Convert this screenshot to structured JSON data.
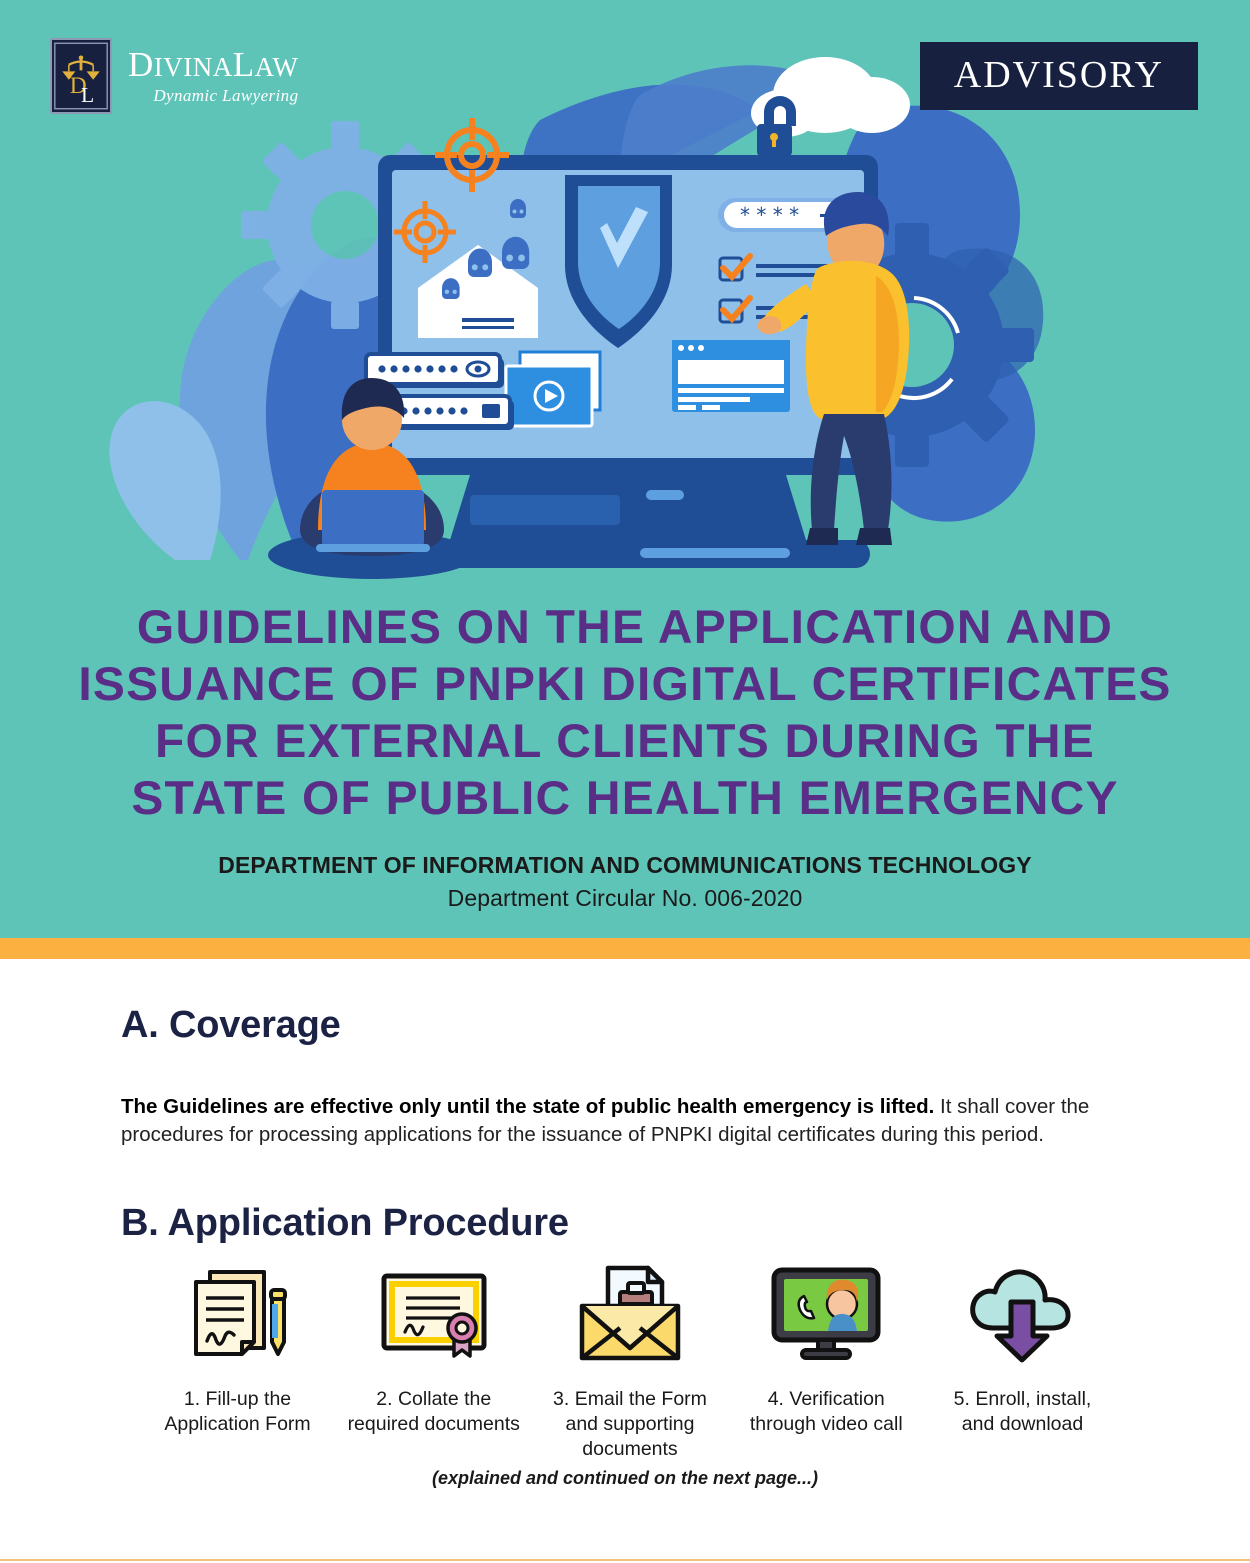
{
  "brand": {
    "logo_icon": "scales-of-justice-logo",
    "name_part1": "D",
    "name_part2": "IVINA",
    "name_part3": "L",
    "name_part4": "AW",
    "tagline": "Dynamic Lawyering"
  },
  "badge": {
    "label": "ADVISORY"
  },
  "hero": {
    "illustration_name": "cybersecurity-laptop-illustration",
    "title_lines": [
      "GUIDELINES ON THE APPLICATION AND",
      "ISSUANCE OF PNPKI DIGITAL CERTIFICATES",
      "FOR EXTERNAL CLIENTS DURING THE",
      "STATE OF PUBLIC HEALTH EMERGENCY"
    ],
    "agency": "DEPARTMENT OF INFORMATION AND COMMUNICATIONS TECHNOLOGY",
    "circular": "Department Circular No. 006-2020"
  },
  "sections": {
    "coverage": {
      "heading": "A. Coverage",
      "bold_text": "The Guidelines are effective only until the state of public health emergency is lifted.",
      "rest_text": " It shall cover the procedures for processing applications for the issuance of PNPKI digital certificates during this period."
    },
    "procedure": {
      "heading": "B. Application Procedure",
      "steps": [
        {
          "icon": "document-with-pen-icon",
          "label": "1. Fill-up the Application Form"
        },
        {
          "icon": "certificate-with-seal-icon",
          "label": "2. Collate the required documents"
        },
        {
          "icon": "envelope-with-document-icon",
          "label": "3. Email the Form and supporting documents"
        },
        {
          "icon": "video-call-monitor-icon",
          "label": "4. Verification through video call"
        },
        {
          "icon": "cloud-download-icon",
          "label": "5. Enroll, install, and download"
        }
      ],
      "footnote": "(explained and continued on the next page...)"
    }
  },
  "colors": {
    "teal_background": "#5FC4B8",
    "yellow_bar": "#FBB040",
    "title_purple": "#5A2D87",
    "heading_navy": "#1B2244",
    "badge_navy": "#17213F"
  }
}
